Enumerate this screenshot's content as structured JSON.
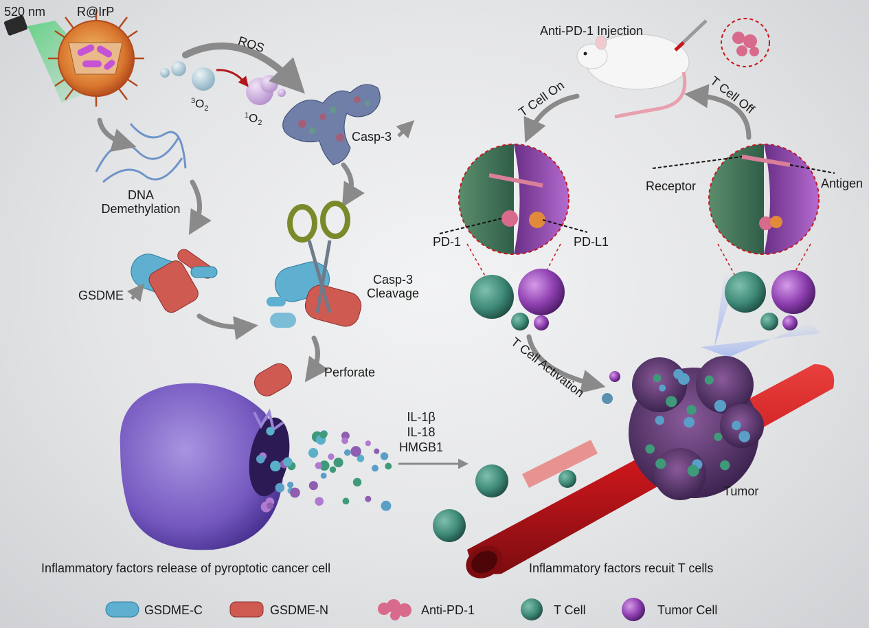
{
  "labels": {
    "wavelength": "520 nm",
    "probe": "R@IrP",
    "ros": "ROS",
    "o2_triplet": "O",
    "o2_triplet_pre": "3",
    "o2_triplet_sub": "2",
    "o2_singlet": "O",
    "o2_singlet_pre": "1",
    "o2_singlet_sub": "2",
    "casp3": "Casp-3",
    "dna_line1": "DNA",
    "dna_line2": "Demethylation",
    "gsdme": "GSDME",
    "casp3_cleavage_line1": "Casp-3",
    "casp3_cleavage_line2": "Cleavage",
    "perforate": "Perforate",
    "il1b": "IL-1β",
    "il18": "IL-18",
    "hmgb1": "HMGB1",
    "caption_left": "Inflammatory factors release of pyroptotic cancer cell",
    "caption_right": "Inflammatory factors recuit T cells",
    "tumor": "Tumor",
    "injection": "Anti-PD-1 Injection",
    "t_cell_on": "T Cell On",
    "t_cell_off": "T Cell Off",
    "receptor": "Receptor",
    "antigen": "Antigen",
    "pd1": "PD-1",
    "pdl1": "PD-L1",
    "t_cell_activation": "T Cell Activation"
  },
  "legend": [
    {
      "label": "GSDME-C",
      "icon": "gsdme-c-capsule",
      "color": "#5fb0d0"
    },
    {
      "label": "GSDME-N",
      "icon": "gsdme-n-capsule",
      "color": "#cf5a52"
    },
    {
      "label": "Anti-PD-1",
      "icon": "antibody-cluster",
      "color": "#d86a8c"
    },
    {
      "label": "T Cell",
      "icon": "t-cell-sphere",
      "color": "#3f8a78"
    },
    {
      "label": "Tumor Cell",
      "icon": "tumor-cell-sphere",
      "color": "#8e3fb0"
    }
  ],
  "colors": {
    "t_cell": "#3f8a78",
    "tumor_cell": "#8e3fb0",
    "gsdme_c": "#5fb0d0",
    "gsdme_n": "#cf5a52",
    "vessel": "#c8161b",
    "pyroptotic_cell": "#8a6cc8",
    "arrow": "#8a8a8a"
  }
}
